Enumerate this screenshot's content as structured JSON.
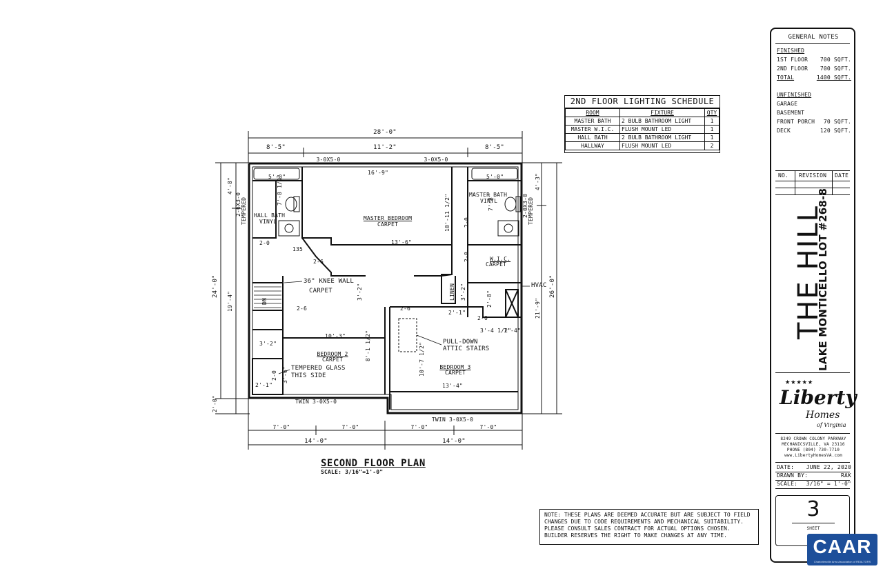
{
  "schedule": {
    "title": "2ND FLOOR LIGHTING SCHEDULE",
    "headers": [
      "ROOM",
      "FIXTURE",
      "QTY"
    ],
    "rows": [
      [
        "MASTER BATH",
        "2 BULB BATHROOM LIGHT",
        "1"
      ],
      [
        "MASTER W.I.C.",
        "FLUSH MOUNT LED",
        "1"
      ],
      [
        "HALL BATH",
        "2 BULB BATHROOM LIGHT",
        "1"
      ],
      [
        "HALLWAY",
        "FLUSH MOUNT LED",
        "2"
      ]
    ]
  },
  "plan": {
    "title": "SECOND FLOOR PLAN",
    "scale": "SCALE: 3/16\"=1'-0\"",
    "dims": {
      "overall": "28'-0\"",
      "top_left": "8'-5\"",
      "top_mid": "11'-2\"",
      "top_right": "8'-5\"",
      "left_total": "24'-0\"",
      "left_upper": "4'-8\"",
      "left_mid": "19'-4\"",
      "left_low": "2'-0\"",
      "right_total": "26'-0\"",
      "right_upper": "4'-3\"",
      "right_mid": "21'-9\"",
      "bottom_1": "7'-0\"",
      "bottom_2": "7'-0\"",
      "bottom_3": "7'-0\"",
      "bottom_4": "7'-0\"",
      "bottom_left": "14'-0\"",
      "bottom_right": "14'-0\""
    },
    "windows": {
      "w1": "3-0X5-0",
      "w2": "3-0X5-0",
      "twin1": "TWIN 3-0X5-0",
      "twin2": "TWIN 3-0X5-0",
      "tempered_left": "2-6X3-0",
      "tempered_right": "2-0X3-0",
      "tempered_label": "TEMPERED"
    },
    "labels": {
      "master_bedroom": "MASTER BEDROOM",
      "carpet": "CARPET",
      "master_bath": "MASTER BATH",
      "vinyl": "VINYL",
      "hall_bath": "HALL BATH",
      "wic": "W.I.C.",
      "knee_wall": "36\" KNEE WALL",
      "dn": "DN",
      "linen": "LINEN",
      "hvac": "HVAC",
      "pull_down_1": "PULL-DOWN",
      "pull_down_2": "ATTIC STAIRS",
      "bedroom2": "BEDROOM 2",
      "bedroom3": "BEDROOM 3",
      "tempered_glass_1": "TEMPERED GLASS",
      "tempered_glass_2": "THIS SIDE"
    },
    "inner_dims": {
      "d_16_9": "16'-9\"",
      "d_5_0a": "5'-0\"",
      "d_5_0b": "5'-0\"",
      "d_7_8a": "7'-8 1/2\"",
      "d_7_8b": "7'-8\"",
      "d_10_11": "10'-11 1/2\"",
      "d_13_6": "13'-6\"",
      "d_2_0a": "2-0",
      "d_2_0b": "2-0",
      "d_2_0c": "2-0",
      "d_2_0d": "2-0",
      "d_2_0e": "2-0",
      "d_135": "135",
      "d_2_6a": "2-6",
      "d_2_6b": "2-6",
      "d_2_6c": "2-6",
      "d_3_2a": "3'-2\"",
      "d_3_2b": "3'-2\"",
      "d_3_2c": "3'-2\"",
      "d_2_1a": "2'-1\"",
      "d_2_1b": "2'-1\"",
      "d_2_8": "2'-8\"",
      "d_2_6d": "2-6",
      "d_3_4": "3'-4 1/2\"",
      "d_1_4": "1'-4\"",
      "d_10_3": "10'-3\"",
      "d_8_1": "8'-1 1/2\"",
      "d_10_7": "10'-7 1/2\"",
      "d_13_4": "13'-4\"",
      "d_3_6": "3'-6\""
    }
  },
  "titleblock": {
    "general_notes": "GENERAL NOTES",
    "finished": "FINISHED",
    "first_floor": "1ST FLOOR",
    "first_floor_val": "700 SQFT.",
    "second_floor": "2ND FLOOR",
    "second_floor_val": "700 SQFT.",
    "total": "TOTAL",
    "total_val": "1400 SQFT.",
    "unfinished": "UNFINISHED",
    "garage": "GARAGE",
    "basement": "BASEMENT",
    "front_porch": "FRONT PORCH",
    "front_porch_val": "70 SQFT.",
    "deck": "DECK",
    "deck_val": "120 SQFT.",
    "no": "NO.",
    "revision": "REVISION",
    "date_col": "DATE",
    "project": "THE HILL",
    "lot": "LAKE MONTICELLO LOT #268-8",
    "logo_main": "Liberty",
    "logo_sub": "Homes",
    "logo_of": "of Virginia",
    "address_1": "8249 CROWN COLONY PARKWAY",
    "address_2": "MECHANICSVILLE, VA 23116",
    "phone": "PHONE (804) 730-7710",
    "web": "www.LibertyHomesVA.com",
    "date_label": "DATE:",
    "date_val": "JUNE 22, 2020",
    "drawn_label": "DRAWN BY:",
    "drawn_val": "RAK",
    "scale_label": "SCALE:",
    "scale_val": "3/16\" = 1'-0\"",
    "sheet_num": "3",
    "sheet_label": "SHEET"
  },
  "note": "NOTE: THESE PLANS ARE DEEMED ACCURATE BUT ARE SUBJECT TO FIELD CHANGES DUE TO CODE REQUIREMENTS AND MECHANICAL SUITABILITY. PLEASE CONSULT SALES CONTRACT FOR ACTUAL OPTIONS CHOSEN. BUILDER RESERVES THE RIGHT TO MAKE CHANGES AT ANY TIME.",
  "caar": {
    "name": "CAAR",
    "sub": "Charlottesville Area Association of REALTORS"
  }
}
